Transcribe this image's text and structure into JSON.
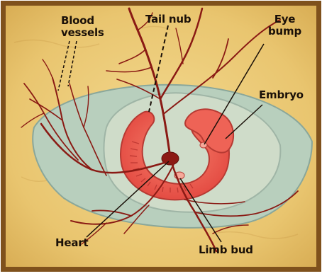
{
  "labels": {
    "blood_vessels_line1": "Blood",
    "blood_vessels_line2": "vessels",
    "tail_nub": "Tail nub",
    "eye_bump_line1": "Eye",
    "eye_bump_line2": "bump",
    "embryo": "Embryo",
    "heart": "Heart",
    "limb_bud": "Limb bud"
  },
  "colors": {
    "frame": "#8b5a1e",
    "background": "#ecc978",
    "sac": "#b9d0bf",
    "embryo": "#e8524f",
    "vessel": "#8a1a14"
  }
}
